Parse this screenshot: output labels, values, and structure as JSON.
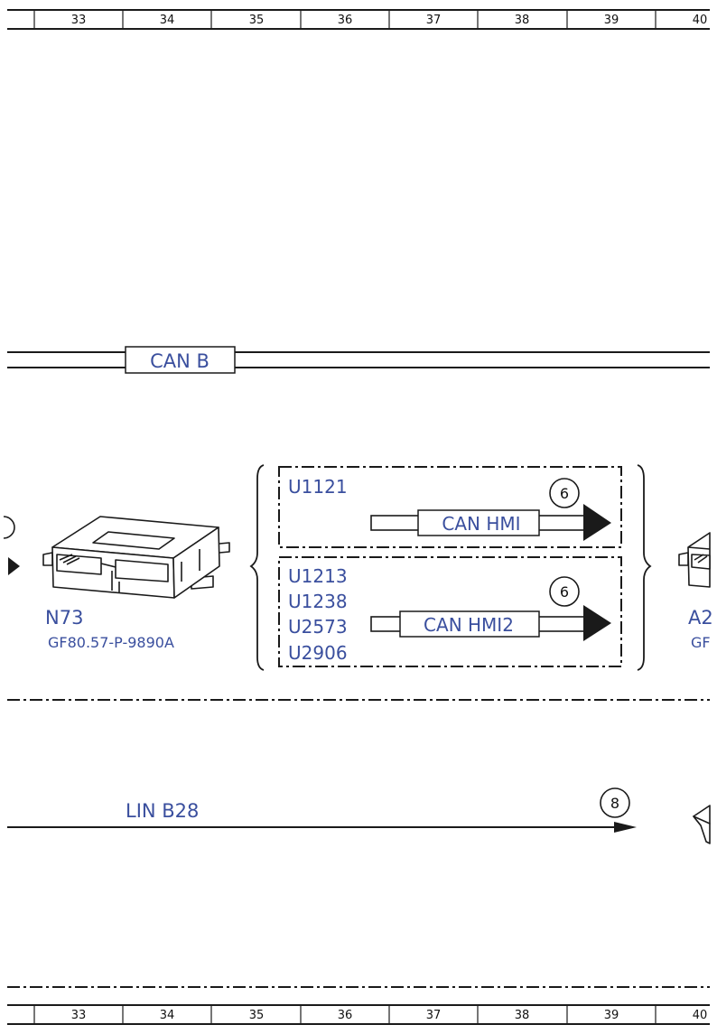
{
  "ruler": {
    "top": [
      "33",
      "34",
      "35",
      "36",
      "37",
      "38",
      "39",
      "40"
    ],
    "bottom": [
      "33",
      "34",
      "35",
      "36",
      "37",
      "38",
      "39",
      "40"
    ]
  },
  "bus_can_b": {
    "label": "CAN B"
  },
  "module_n73": {
    "name": "N73",
    "part_number": "GF80.57-P-9890A"
  },
  "fault_group_1": {
    "codes": [
      "U1121"
    ],
    "bus_label": "CAN HMI",
    "target_ref": "6"
  },
  "fault_group_2": {
    "codes": [
      "U1213",
      "U1238",
      "U2573",
      "U2906"
    ],
    "bus_label": "CAN HMI2",
    "target_ref": "6"
  },
  "cut_module": {
    "name": "A2",
    "part_number": "GF"
  },
  "bus_lin_b28": {
    "label": "LIN B28",
    "target_ref": "8"
  },
  "icons": [
    "control-unit-icon",
    "arrow-right-icon",
    "circle-ref-icon",
    "brace-icon"
  ]
}
